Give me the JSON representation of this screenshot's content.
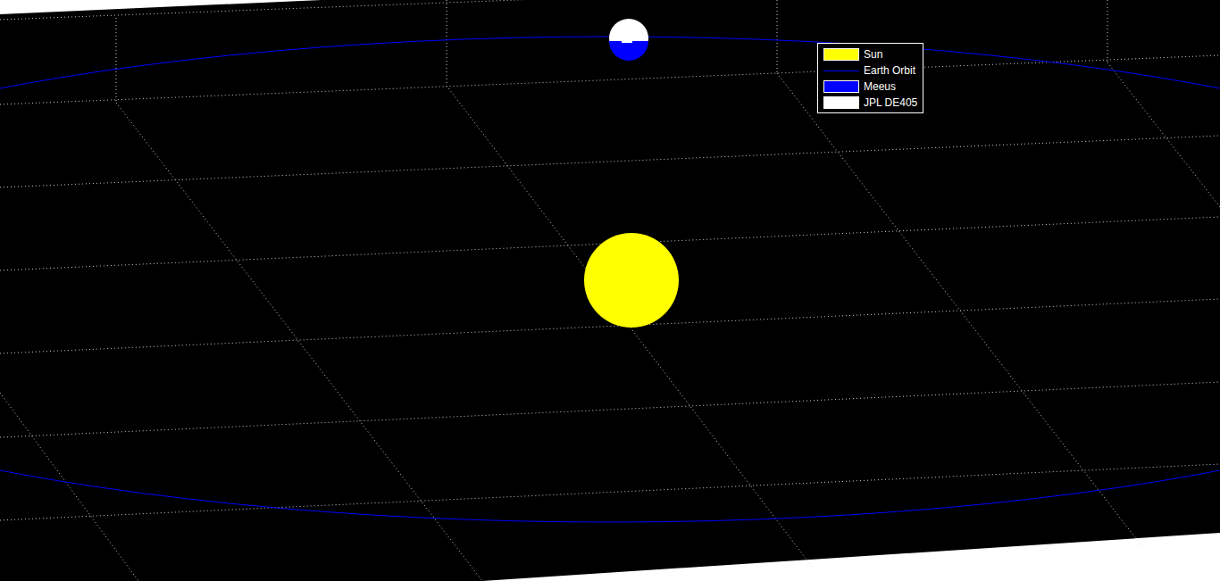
{
  "diagram": {
    "legend": [
      {
        "text": "Sun",
        "color": "#ffff00"
      },
      {
        "text": "Earth Orbit"
      },
      {
        "text": "Meeus",
        "color": "#0000ff"
      },
      {
        "text": "JPL DE405",
        "color": "#ffffff"
      }
    ]
  }
}
